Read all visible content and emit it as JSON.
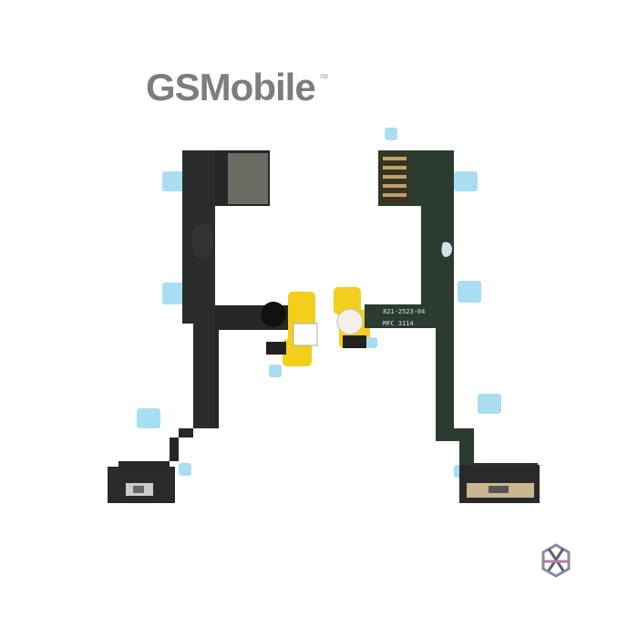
{
  "logo": {
    "text": "GSMobile"
  },
  "product": {
    "part_labels": [
      "821-2523-04",
      "MFC 3114"
    ]
  },
  "colors": {
    "flex_black": "#242826",
    "flex_green": "#2b3b30",
    "blue_tab": "#a9def0",
    "yellow_pad": "#f2cf1c",
    "logo_gray": "#7d7d7d"
  },
  "icons": {
    "corner_logo": "knot-logo-icon"
  }
}
